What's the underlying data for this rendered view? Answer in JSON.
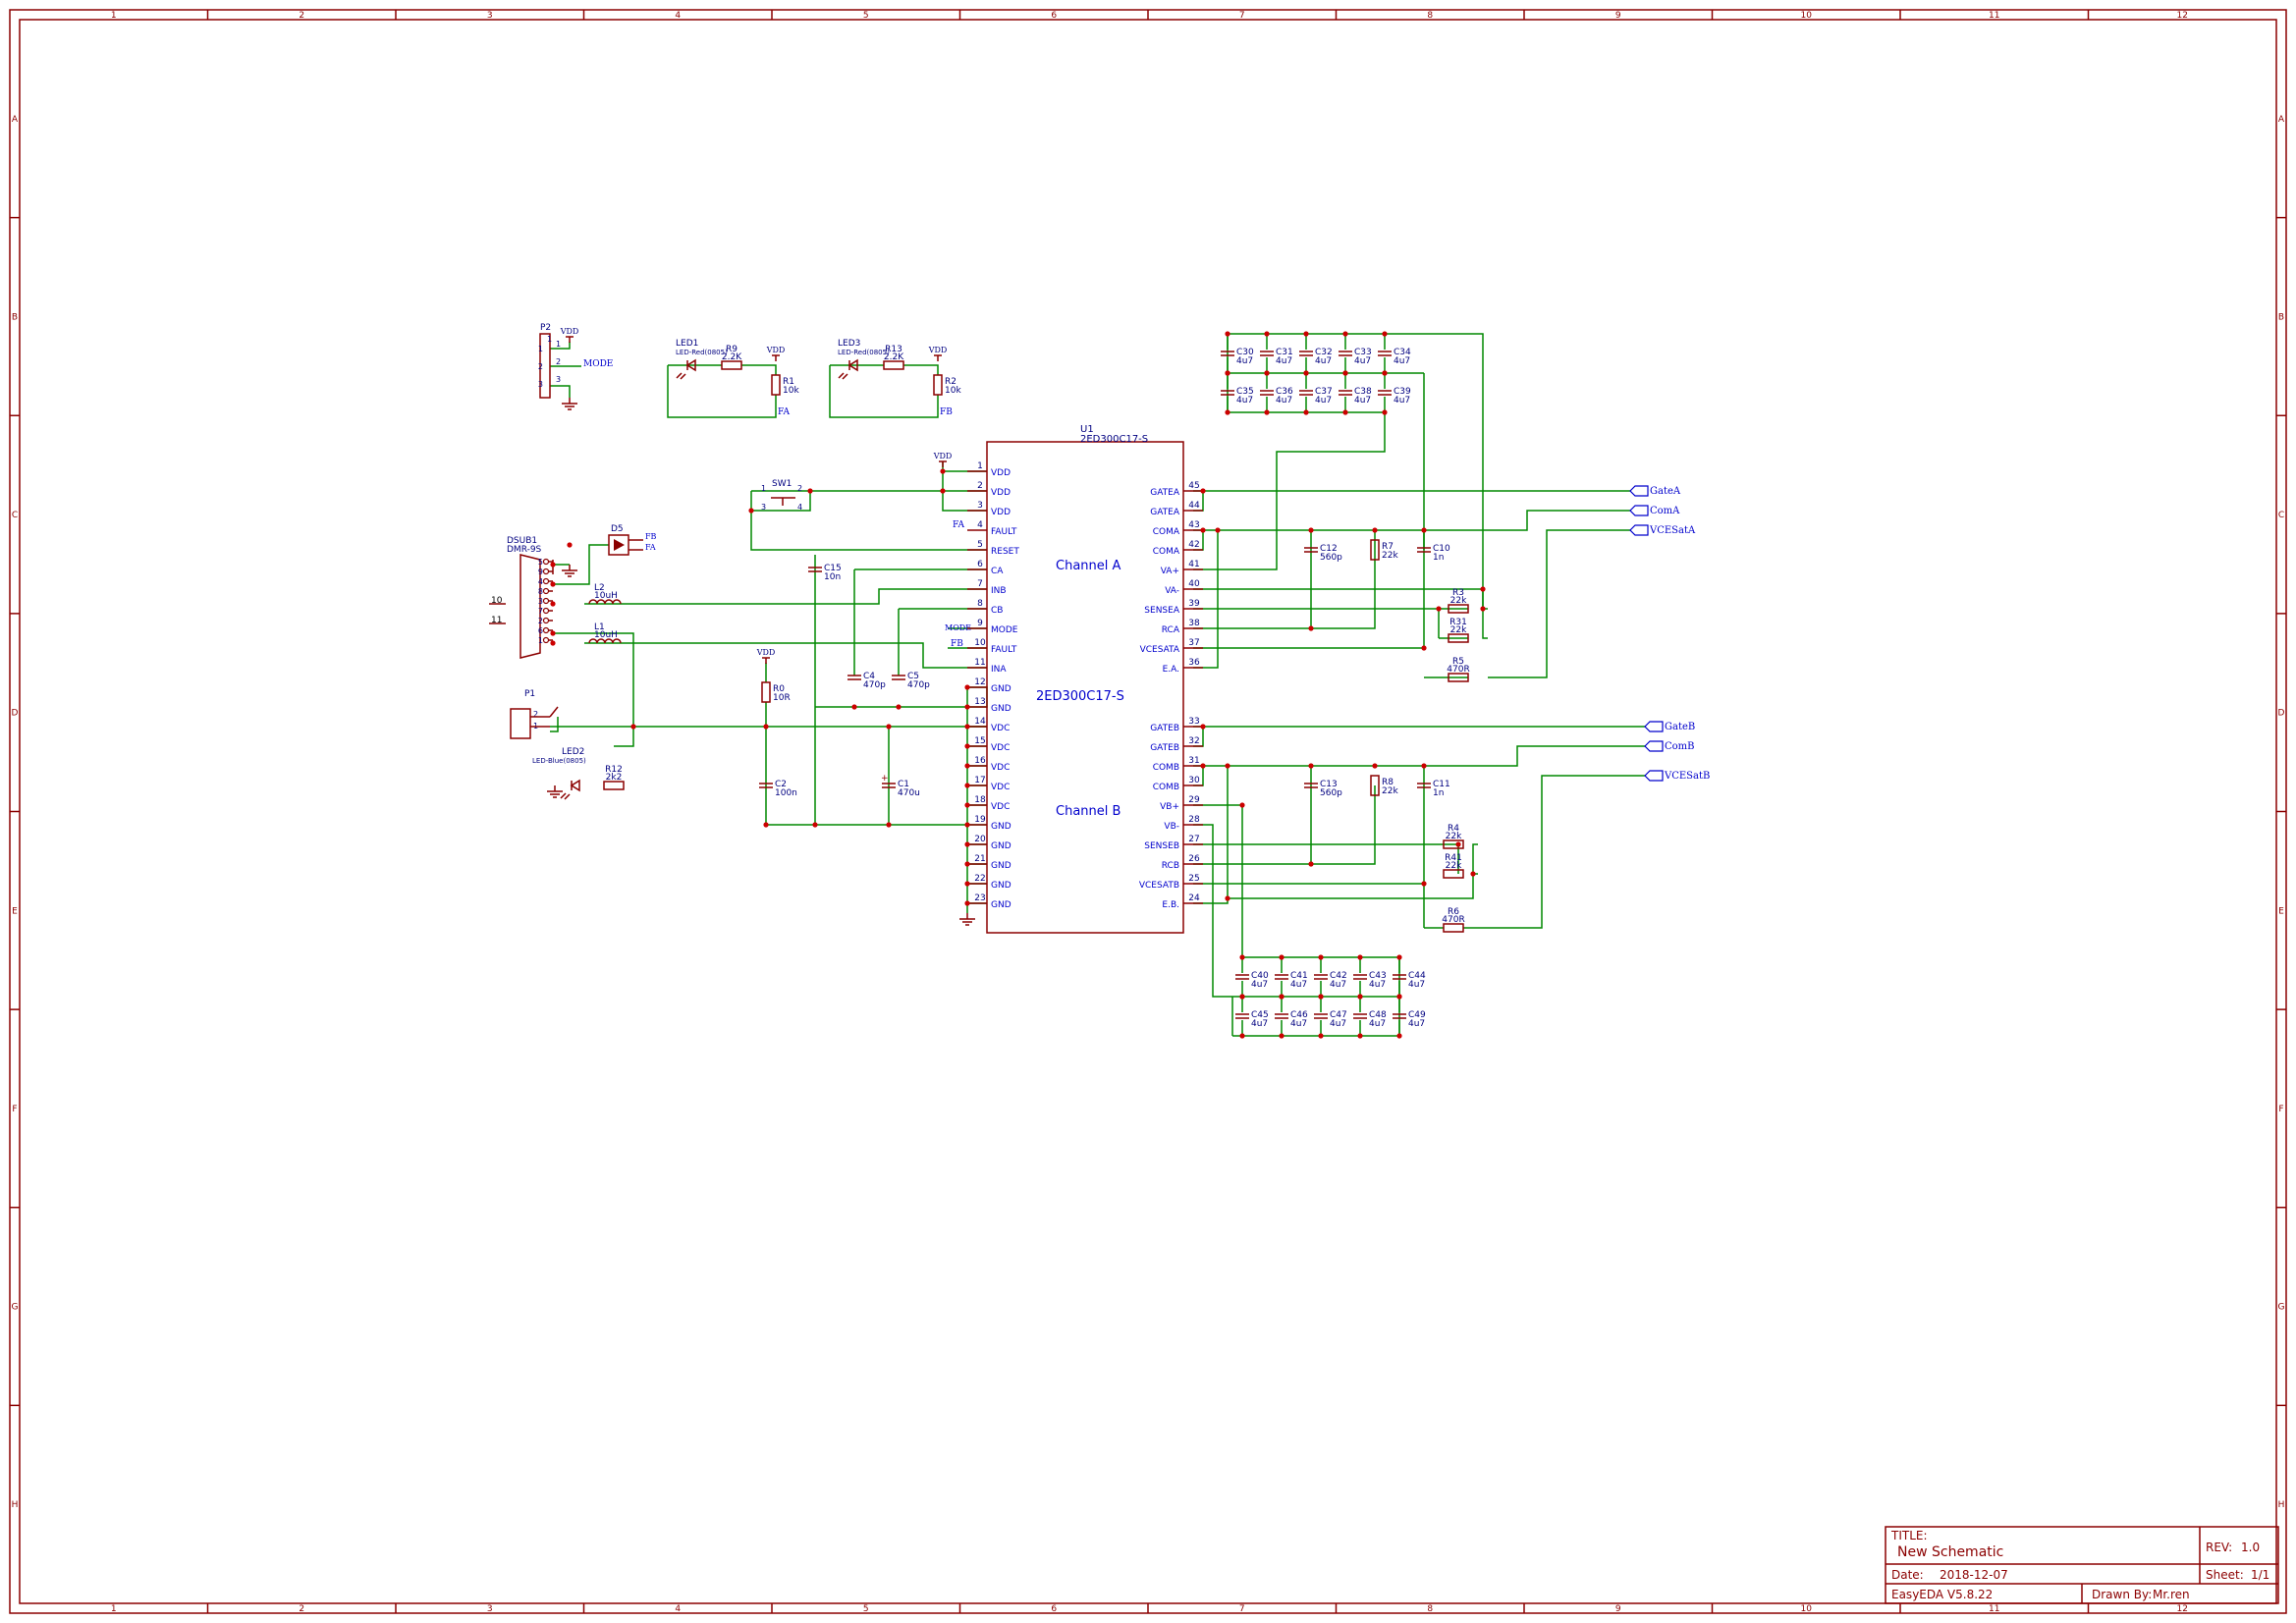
{
  "colors": {
    "frame": "#8b0000",
    "wire": "#008800",
    "label": "#0000cc",
    "junction": "#cc0000",
    "symbol": "#8b0000"
  },
  "frame": {
    "columns": [
      "1",
      "2",
      "3",
      "4",
      "5",
      "6",
      "7",
      "8",
      "9",
      "10",
      "11",
      "12"
    ],
    "rows": [
      "A",
      "B",
      "C",
      "D",
      "E",
      "F",
      "G",
      "H"
    ]
  },
  "title_block": {
    "title_label": "TITLE:",
    "title": "New Schematic",
    "rev_label": "REV:",
    "rev": "1.0",
    "date_label": "Date:",
    "date": "2018-12-07",
    "sheet_label": "Sheet:",
    "sheet": "1/1",
    "software": "EasyEDA V5.8.22",
    "drawn_by_label": "Drawn By:",
    "drawn_by": "Mr.ren"
  },
  "ic": {
    "ref": "U1",
    "part": "2ED300C17-S",
    "center_label": "2ED300C17-S",
    "channel_a": "Channel A",
    "channel_b": "Channel B",
    "left_pins": [
      {
        "num": "1",
        "name": "VDD"
      },
      {
        "num": "2",
        "name": "VDD"
      },
      {
        "num": "3",
        "name": "VDD"
      },
      {
        "num": "4",
        "name": "FAULT"
      },
      {
        "num": "5",
        "name": "RESET"
      },
      {
        "num": "6",
        "name": "CA"
      },
      {
        "num": "7",
        "name": "INB"
      },
      {
        "num": "8",
        "name": "CB"
      },
      {
        "num": "9",
        "name": "MODE"
      },
      {
        "num": "10",
        "name": "FAULT"
      },
      {
        "num": "11",
        "name": "INA"
      },
      {
        "num": "12",
        "name": "GND"
      },
      {
        "num": "13",
        "name": "GND"
      },
      {
        "num": "14",
        "name": "VDC"
      },
      {
        "num": "15",
        "name": "VDC"
      },
      {
        "num": "16",
        "name": "VDC"
      },
      {
        "num": "17",
        "name": "VDC"
      },
      {
        "num": "18",
        "name": "VDC"
      },
      {
        "num": "19",
        "name": "GND"
      },
      {
        "num": "20",
        "name": "GND"
      },
      {
        "num": "21",
        "name": "GND"
      },
      {
        "num": "22",
        "name": "GND"
      },
      {
        "num": "23",
        "name": "GND"
      }
    ],
    "right_pins": [
      {
        "num": "45",
        "name": "GATEA"
      },
      {
        "num": "44",
        "name": "GATEA"
      },
      {
        "num": "43",
        "name": "COMA"
      },
      {
        "num": "42",
        "name": "COMA"
      },
      {
        "num": "41",
        "name": "VA+"
      },
      {
        "num": "40",
        "name": "VA-"
      },
      {
        "num": "39",
        "name": "SENSEA"
      },
      {
        "num": "38",
        "name": "RCA"
      },
      {
        "num": "37",
        "name": "VCESATA"
      },
      {
        "num": "36",
        "name": "E.A."
      },
      {
        "num": "33",
        "name": "GATEB"
      },
      {
        "num": "32",
        "name": "GATEB"
      },
      {
        "num": "31",
        "name": "COMB"
      },
      {
        "num": "30",
        "name": "COMB"
      },
      {
        "num": "29",
        "name": "VB+"
      },
      {
        "num": "28",
        "name": "VB-"
      },
      {
        "num": "27",
        "name": "SENSEB"
      },
      {
        "num": "26",
        "name": "RCB"
      },
      {
        "num": "25",
        "name": "VCESATB"
      },
      {
        "num": "24",
        "name": "E.B."
      }
    ]
  },
  "net_ports": [
    "GateA",
    "ComA",
    "VCESatA",
    "GateB",
    "ComB",
    "VCESatB"
  ],
  "net_labels": {
    "vdd": "VDD",
    "mode": "MODE",
    "fa": "FA",
    "fb": "FB",
    "n10": "10",
    "n11": "11"
  },
  "components": {
    "p2": {
      "ref": "P2",
      "pins": [
        "1",
        "2",
        "3"
      ],
      "pin1": "1"
    },
    "led1": {
      "ref": "LED1",
      "value": "LED-Red(0805)"
    },
    "r9": {
      "ref": "R9",
      "value": "2.2K"
    },
    "r1": {
      "ref": "R1",
      "value": "10k"
    },
    "led3": {
      "ref": "LED3",
      "value": "LED-Red(0805)"
    },
    "r13": {
      "ref": "R13",
      "value": "2.2K"
    },
    "r2": {
      "ref": "R2",
      "value": "10k"
    },
    "sw1": {
      "ref": "SW1",
      "pins": [
        "1",
        "2",
        "3",
        "4"
      ]
    },
    "dsub1": {
      "ref": "DSUB1",
      "value": "DMR-9S",
      "pins": [
        "5",
        "9",
        "4",
        "8",
        "3",
        "7",
        "2",
        "6",
        "1"
      ]
    },
    "d5": {
      "ref": "D5"
    },
    "l2": {
      "ref": "L2",
      "value": "10uH"
    },
    "l1": {
      "ref": "L1",
      "value": "10uH"
    },
    "p1": {
      "ref": "P1",
      "pins": [
        "2",
        "1"
      ]
    },
    "led2": {
      "ref": "LED2",
      "value": "LED-Blue(0805)"
    },
    "r12": {
      "ref": "R12",
      "value": "2k2"
    },
    "c15": {
      "ref": "C15",
      "value": "10n"
    },
    "c4": {
      "ref": "C4",
      "value": "470p"
    },
    "c5": {
      "ref": "C5",
      "value": "470p"
    },
    "r0": {
      "ref": "R0",
      "value": "10R"
    },
    "c2": {
      "ref": "C2",
      "value": "100n"
    },
    "c1": {
      "ref": "C1",
      "value": "470u"
    },
    "c12": {
      "ref": "C12",
      "value": "560p"
    },
    "r7": {
      "ref": "R7",
      "value": "22k"
    },
    "c10": {
      "ref": "C10",
      "value": "1n"
    },
    "r3": {
      "ref": "R3",
      "value": "22k"
    },
    "r31": {
      "ref": "R31",
      "value": "22k"
    },
    "r5": {
      "ref": "R5",
      "value": "470R"
    },
    "c13": {
      "ref": "C13",
      "value": "560p"
    },
    "r8": {
      "ref": "R8",
      "value": "22k"
    },
    "c11": {
      "ref": "C11",
      "value": "1n"
    },
    "r4": {
      "ref": "R4",
      "value": "22k"
    },
    "r41": {
      "ref": "R41",
      "value": "22k"
    },
    "r6": {
      "ref": "R6",
      "value": "470R"
    },
    "cap_bank_a_top": [
      {
        "ref": "C30",
        "value": "4u7"
      },
      {
        "ref": "C31",
        "value": "4u7"
      },
      {
        "ref": "C32",
        "value": "4u7"
      },
      {
        "ref": "C33",
        "value": "4u7"
      },
      {
        "ref": "C34",
        "value": "4u7"
      }
    ],
    "cap_bank_a_bot": [
      {
        "ref": "C35",
        "value": "4u7"
      },
      {
        "ref": "C36",
        "value": "4u7"
      },
      {
        "ref": "C37",
        "value": "4u7"
      },
      {
        "ref": "C38",
        "value": "4u7"
      },
      {
        "ref": "C39",
        "value": "4u7"
      }
    ],
    "cap_bank_b_top": [
      {
        "ref": "C40",
        "value": "4u7"
      },
      {
        "ref": "C41",
        "value": "4u7"
      },
      {
        "ref": "C42",
        "value": "4u7"
      },
      {
        "ref": "C43",
        "value": "4u7"
      },
      {
        "ref": "C44",
        "value": "4u7"
      }
    ],
    "cap_bank_b_bot": [
      {
        "ref": "C45",
        "value": "4u7"
      },
      {
        "ref": "C46",
        "value": "4u7"
      },
      {
        "ref": "C47",
        "value": "4u7"
      },
      {
        "ref": "C48",
        "value": "4u7"
      },
      {
        "ref": "C49",
        "value": "4u7"
      }
    ]
  }
}
